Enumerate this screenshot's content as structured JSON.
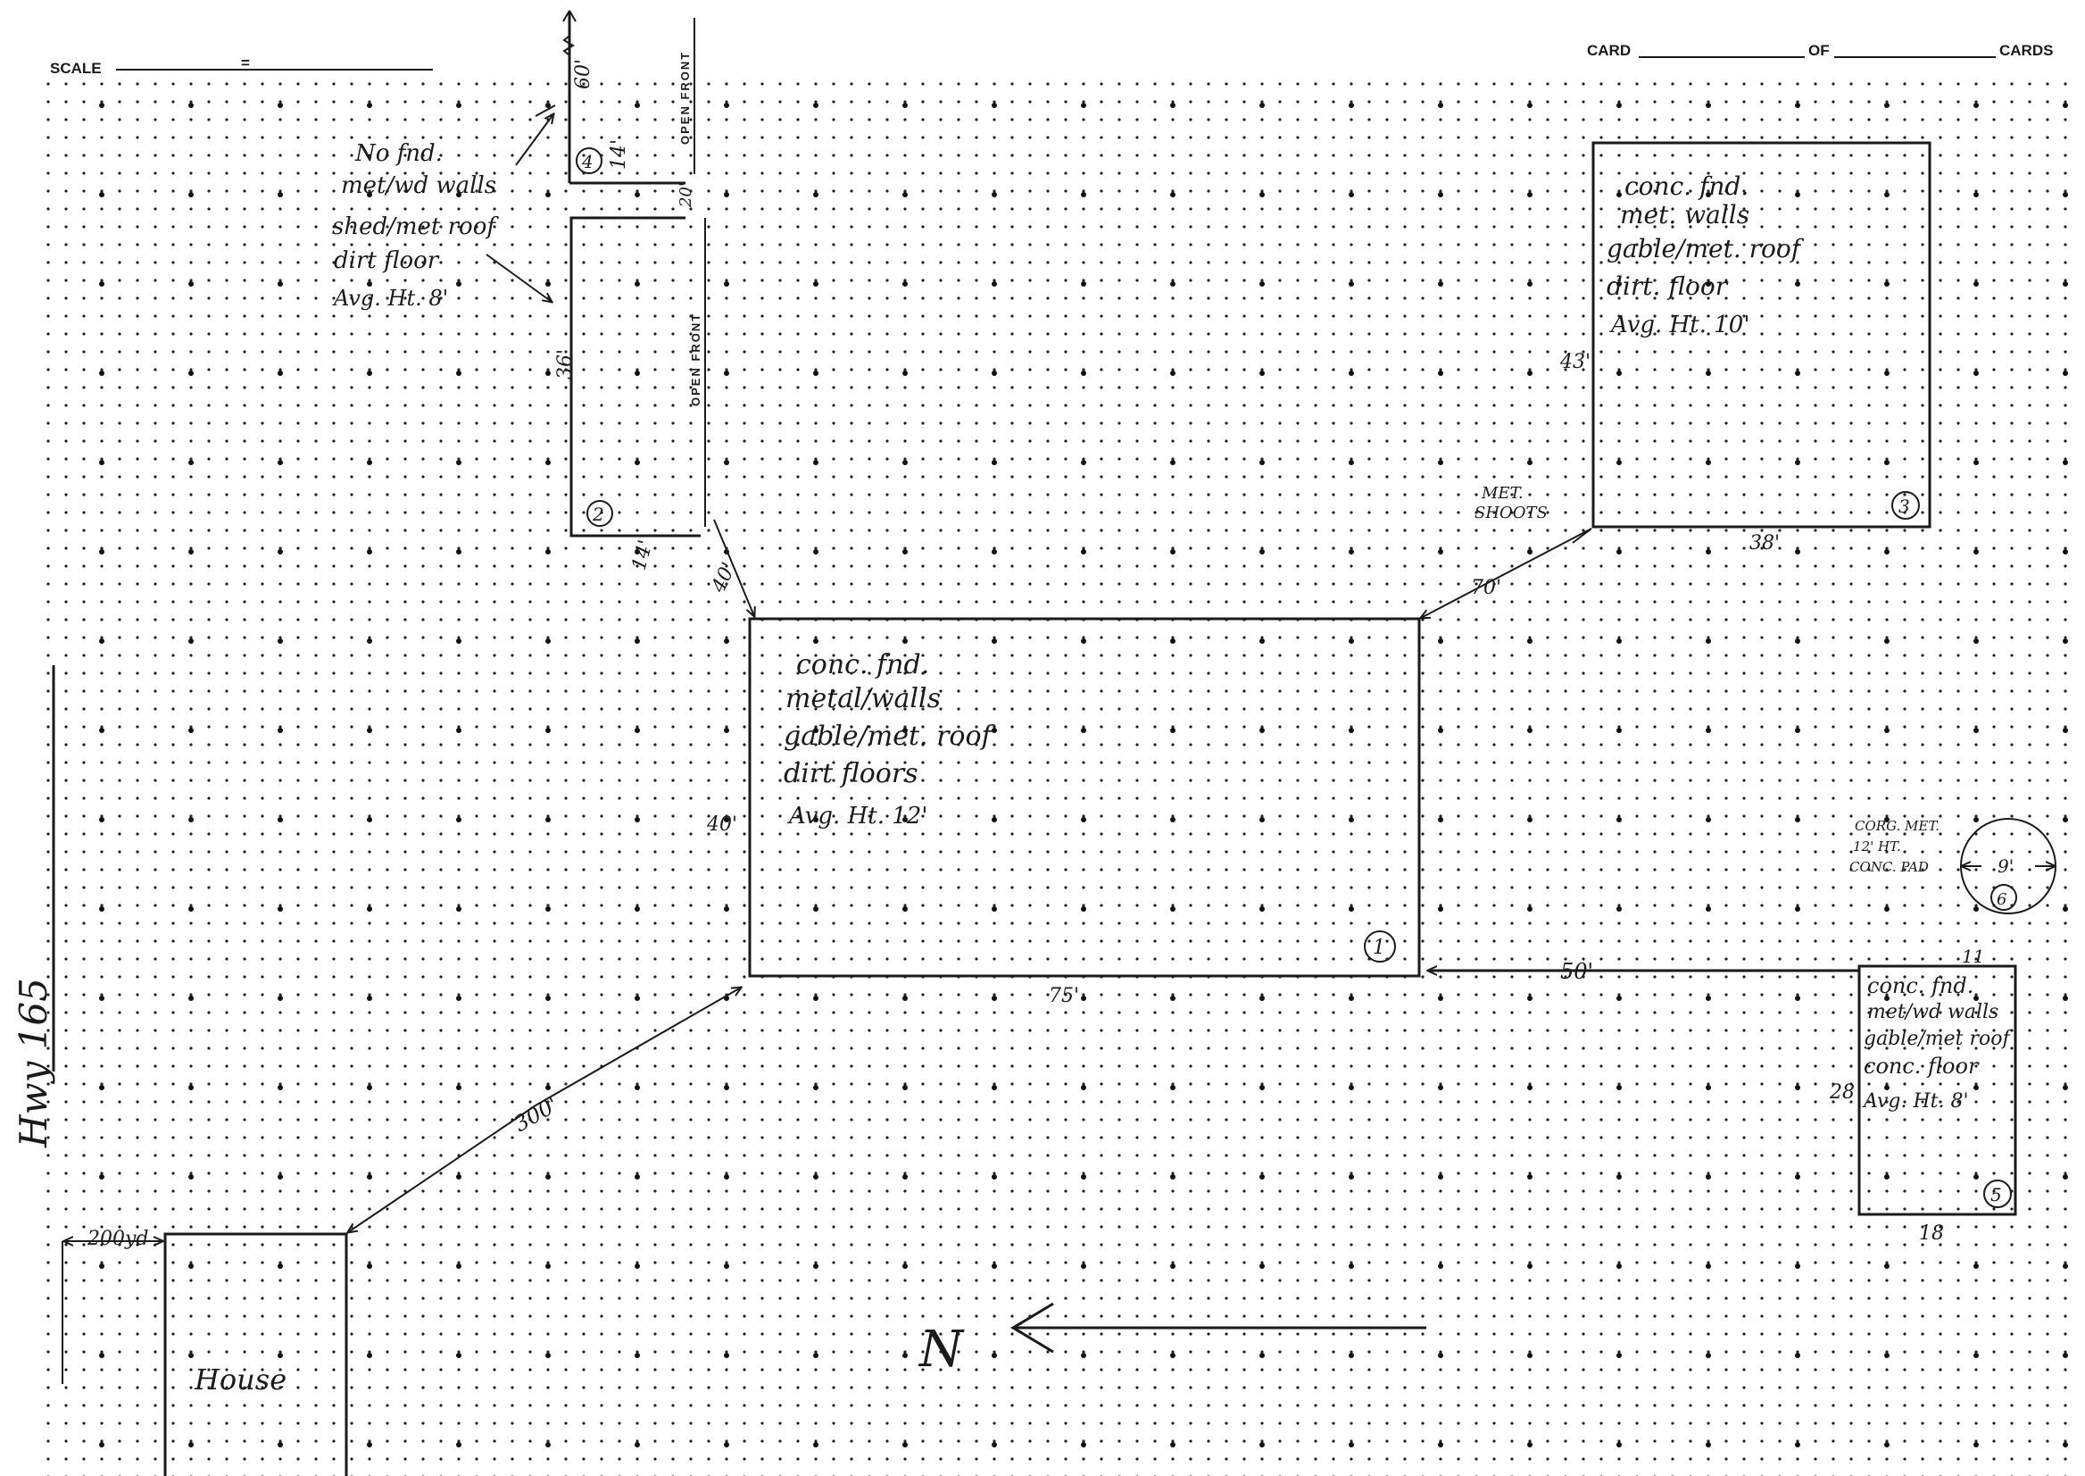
{
  "header": {
    "scale_label": "SCALE",
    "equals_sign": "=",
    "card_label": "CARD",
    "of_label": "OF",
    "cards_label": "CARDS"
  },
  "structure_4": {
    "number": "4",
    "height_dim": "60'",
    "width_dim": "14'",
    "gap_dim": "20'",
    "open_front": "OPEN FRONT"
  },
  "structure_2": {
    "number": "2",
    "notes": [
      "No fnd.",
      "met/wd walls",
      "shed/met roof",
      "dirt floor",
      "Avg. Ht. 8'"
    ],
    "height_dim": "36'",
    "width_dim": "14'",
    "open_front": "OPEN FRONT",
    "distance_to_1": "40'"
  },
  "structure_3": {
    "number": "3",
    "notes": [
      "conc. fnd.",
      "met. walls",
      "gable/met. roof",
      "dirt. floor",
      "Avg. Ht. 10'"
    ],
    "height_dim": "43'",
    "width_dim": "38'",
    "attached_note": [
      "MET.",
      "SHOOTS"
    ],
    "distance_to_1": "70'"
  },
  "structure_1": {
    "number": "1",
    "notes": [
      "conc. fnd.",
      "metal/walls",
      "gable/met. roof",
      "dirt floors",
      "Avg. Ht. 12'"
    ],
    "height_dim": "40'",
    "width_dim": "75'"
  },
  "structure_5": {
    "number": "5",
    "notes": [
      "conc. fnd.",
      "met/wd walls",
      "gable/met roof",
      "conc. floor",
      "Avg. Ht. 8'"
    ],
    "height_dim": "28",
    "width_top_dim": "11",
    "width_dim": "18",
    "distance_to_1": "50'"
  },
  "structure_6": {
    "number": "6",
    "notes": [
      "CORG. MET.",
      "12' HT.",
      "CONC. PAD"
    ],
    "diameter": "9'"
  },
  "site": {
    "hwy_label": "Hwy 165",
    "hwy_distance": "200yd",
    "house_label": "House",
    "house_distance": "300'",
    "north_label": "N"
  }
}
